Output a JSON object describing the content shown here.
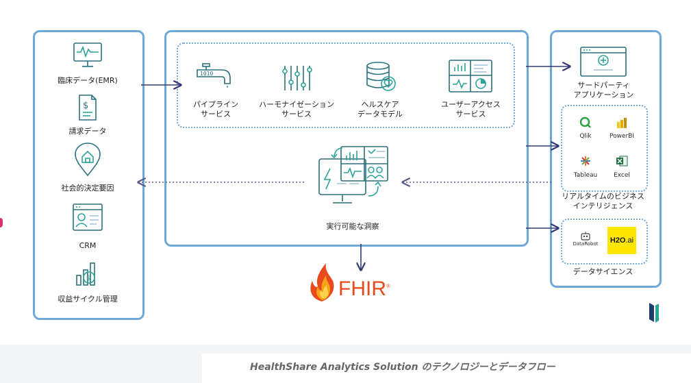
{
  "left_sources": [
    {
      "label": "臨床データ(EMR)",
      "icon": "heartbeat-monitor-icon"
    },
    {
      "label": "請求データ",
      "icon": "invoice-dollar-icon"
    },
    {
      "label": "社会的決定要因",
      "icon": "home-location-pin-icon"
    },
    {
      "label": "CRM",
      "icon": "contact-card-icon"
    },
    {
      "label": "収益サイクル管理",
      "icon": "revenue-chart-icon"
    }
  ],
  "services": [
    {
      "line1": "パイプライン",
      "line2": "サービス",
      "icon": "pipeline-faucet-icon"
    },
    {
      "line1": "ハーモナイゼーション",
      "line2": "サービス",
      "icon": "sliders-icon"
    },
    {
      "line1": "ヘルスケア",
      "line2": "データモデル",
      "icon": "database-heart-icon"
    },
    {
      "line1": "ユーザーアクセス",
      "line2": "サービス",
      "icon": "dashboard-icon"
    }
  ],
  "pipeline_digits": "1010",
  "insights_label": "実行可能な洞察",
  "fhir_label": "FHIR",
  "registered_mark": "®",
  "right": {
    "third_party_line1": "サードパーティ",
    "third_party_line2": "アプリケーション",
    "bi_tools": [
      {
        "name": "Qlik",
        "color": "#2f9e44",
        "icon": "qlik-icon"
      },
      {
        "name": "PowerBI",
        "color": "#f2c811",
        "icon": "powerbi-icon"
      },
      {
        "name": "Tableau",
        "color": "#e8762d",
        "icon": "tableau-icon"
      },
      {
        "name": "Excel",
        "color": "#1e7145",
        "icon": "excel-icon"
      }
    ],
    "bi_line1": "リアルタイムのビジネス",
    "bi_line2": "インテリジェンス",
    "datarobot": "DataRobot",
    "h2o_main": "H2O",
    "h2o_suffix": ".ai",
    "data_science": "データサイエンス"
  },
  "caption": "HealthShare Analytics Solution のテクノロジーとデータフロー"
}
